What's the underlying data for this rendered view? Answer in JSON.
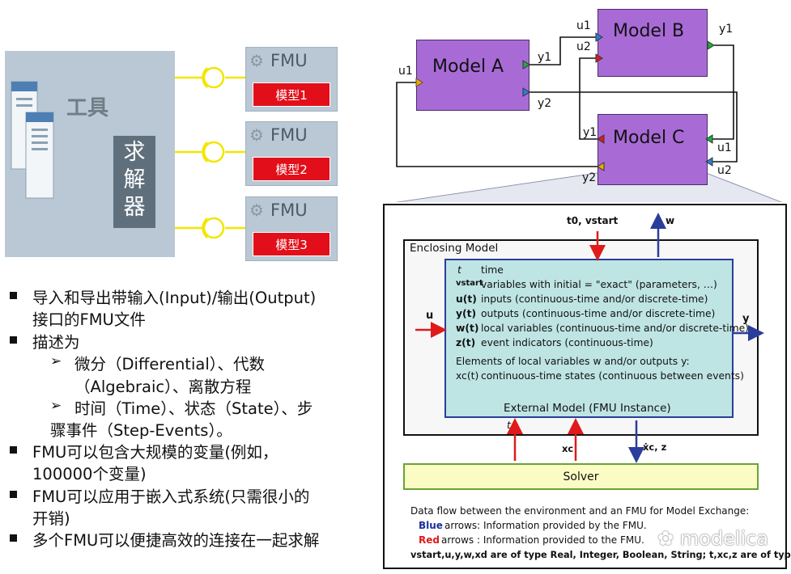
{
  "tool": {
    "label": "工具",
    "solver": "求解器"
  },
  "fmus": [
    {
      "title": "FMU",
      "model": "模型1"
    },
    {
      "title": "FMU",
      "model": "模型2"
    },
    {
      "title": "FMU",
      "model": "模型3"
    }
  ],
  "bullets": {
    "b1_l1": "导入和导出带输入(Input)/输出(Output)",
    "b1_l2": "接口的FMU文件",
    "b2": "描述为",
    "s1_l1": "微分（Differential）、代数",
    "s1_l2": "（Algebraic）、离散方程",
    "s2_l1": "时间（Time）、状态（State）、步",
    "s2_l2": "骤事件（Step-Events）。",
    "b3_l1": "FMU可以包含大规模的变量(例如，",
    "b3_l2": "100000个变量)",
    "b4_l1": "FMU可以应用于嵌入式系统(只需很小的",
    "b4_l2": "开销)",
    "b5": "多个FMU可以便捷高效的连接在一起求解"
  },
  "models": {
    "a": "Model A",
    "b": "Model B",
    "c": "Model C",
    "ports": {
      "a_u1": "u1",
      "a_y1": "y1",
      "a_y2": "y2",
      "b_u1": "u1",
      "b_u2": "u2",
      "b_y1": "y1",
      "c_y1": "y1",
      "c_u1": "u1",
      "c_u2": "u2",
      "c_y2": "y2"
    }
  },
  "me": {
    "t0_vstart": "t0, vstart",
    "w_top": "w",
    "enclosing": "Enclosing Model",
    "u_in": "u",
    "y_out": "y",
    "rows": [
      {
        "sym": "t",
        "desc": "time"
      },
      {
        "sym": "vstart",
        "desc": "variables with initial = \"exact\" (parameters, …)"
      },
      {
        "sym": "u(t)",
        "desc": "inputs (continuous-time and/or discrete-time)"
      },
      {
        "sym": "y(t)",
        "desc": "outputs (continuous-time and/or discrete-time)"
      },
      {
        "sym": "w(t)",
        "desc": "local variables (continuous-time and/or discrete-time)"
      },
      {
        "sym": "z(t)",
        "desc": "event indicators (continuous-time)"
      }
    ],
    "elements_line": "Elements of local variables w and/or outputs y:",
    "xc_row": {
      "sym": "xc(t)",
      "desc": "continuous-time states (continuous between events)"
    },
    "external": "External Model (FMU Instance)",
    "t_label": "t",
    "xc_label": "xc",
    "xcdot_z": "ẋc, z",
    "solver": "Solver",
    "caption1": "Data flow between the environment and an FMU for Model Exchange:",
    "blue_word": "Blue",
    "blue_rest": " arrows: Information provided by the FMU.",
    "red_word": "Red",
    "red_rest": " arrows : Information provided to the FMU.",
    "caption_last": "vstart,u,y,w,xd are of type Real, Integer, Boolean, String; t,xc,z are of type Real."
  },
  "watermark": "modelica"
}
